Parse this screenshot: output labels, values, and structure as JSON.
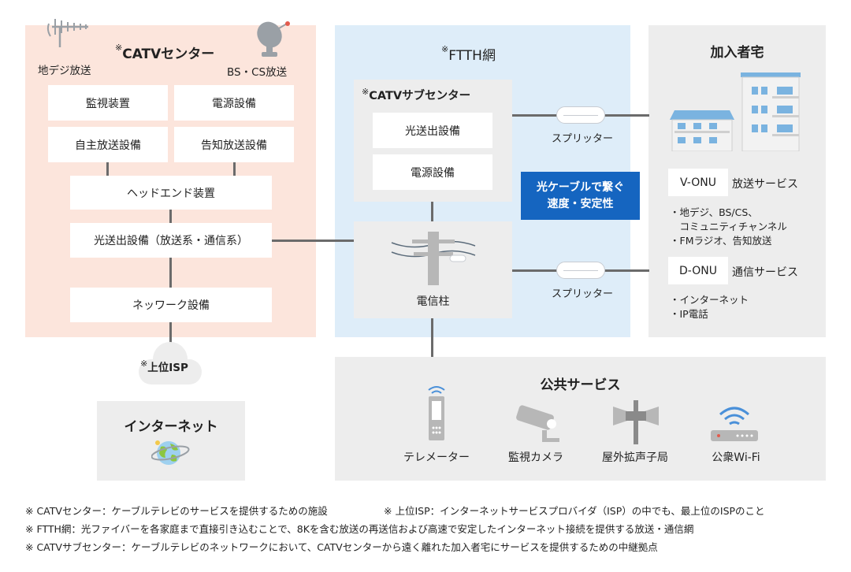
{
  "catv": {
    "title": "CATVセンター",
    "digital_label": "地デジ放送",
    "bscs_label": "BS・CS放送",
    "boxes": [
      "監視装置",
      "電源設備",
      "自主放送設備",
      "告知放送設備",
      "ヘッドエンド装置",
      "光送出設備（放送系・通信系）",
      "ネッワーク設備"
    ]
  },
  "isp": {
    "label": "上位ISP"
  },
  "internet": {
    "label": "インターネット"
  },
  "ftth": {
    "title": "FTTH網",
    "sub_center_title": "CATVサブセンター",
    "sub_boxes": [
      "光送出設備",
      "電源設備"
    ],
    "pole_label": "電信柱",
    "splitter_label": "スプリッター",
    "highlight_line1": "光ケーブルで繋ぐ",
    "highlight_line2": "速度・安定性"
  },
  "subscriber": {
    "title": "加入者宅",
    "vonu": "V-ONU",
    "vonu_service": "放送サービス",
    "vonu_items": [
      "・地デジ、BS/CS、",
      "　コミュニティチャンネル",
      "・FMラジオ、告知放送"
    ],
    "donu": "D-ONU",
    "donu_service": "通信サービス",
    "donu_items": [
      "・インターネット",
      "・IP電話"
    ]
  },
  "public": {
    "title": "公共サービス",
    "items": [
      "テレメーター",
      "監視カメラ",
      "屋外拡声子局",
      "公衆Wi-Fi"
    ]
  },
  "mark": "※",
  "notes": [
    "※ CATVセンター：ケーブルテレビのサービスを提供するための施設",
    "※ 上位ISP：インターネットサービスプロバイダ（ISP）の中でも、最上位のISPのこと",
    "※ FTTH網：光ファイバーを各家庭まで直接引き込むことで、8Kを含む放送の再送信および高速で安定したインターネット接続を提供する放送・通信網",
    "※ CATVサブセンター：ケーブルテレビのネットワークにおいて、CATVセンターから遠く離れた加入者宅にサービスを提供するための中継拠点"
  ],
  "colors": {
    "catv_bg": "#fce5dc",
    "ftth_bg": "#deedf9",
    "gray_bg": "#ededed",
    "highlight": "#1565c0",
    "line": "#6b6b6b"
  }
}
